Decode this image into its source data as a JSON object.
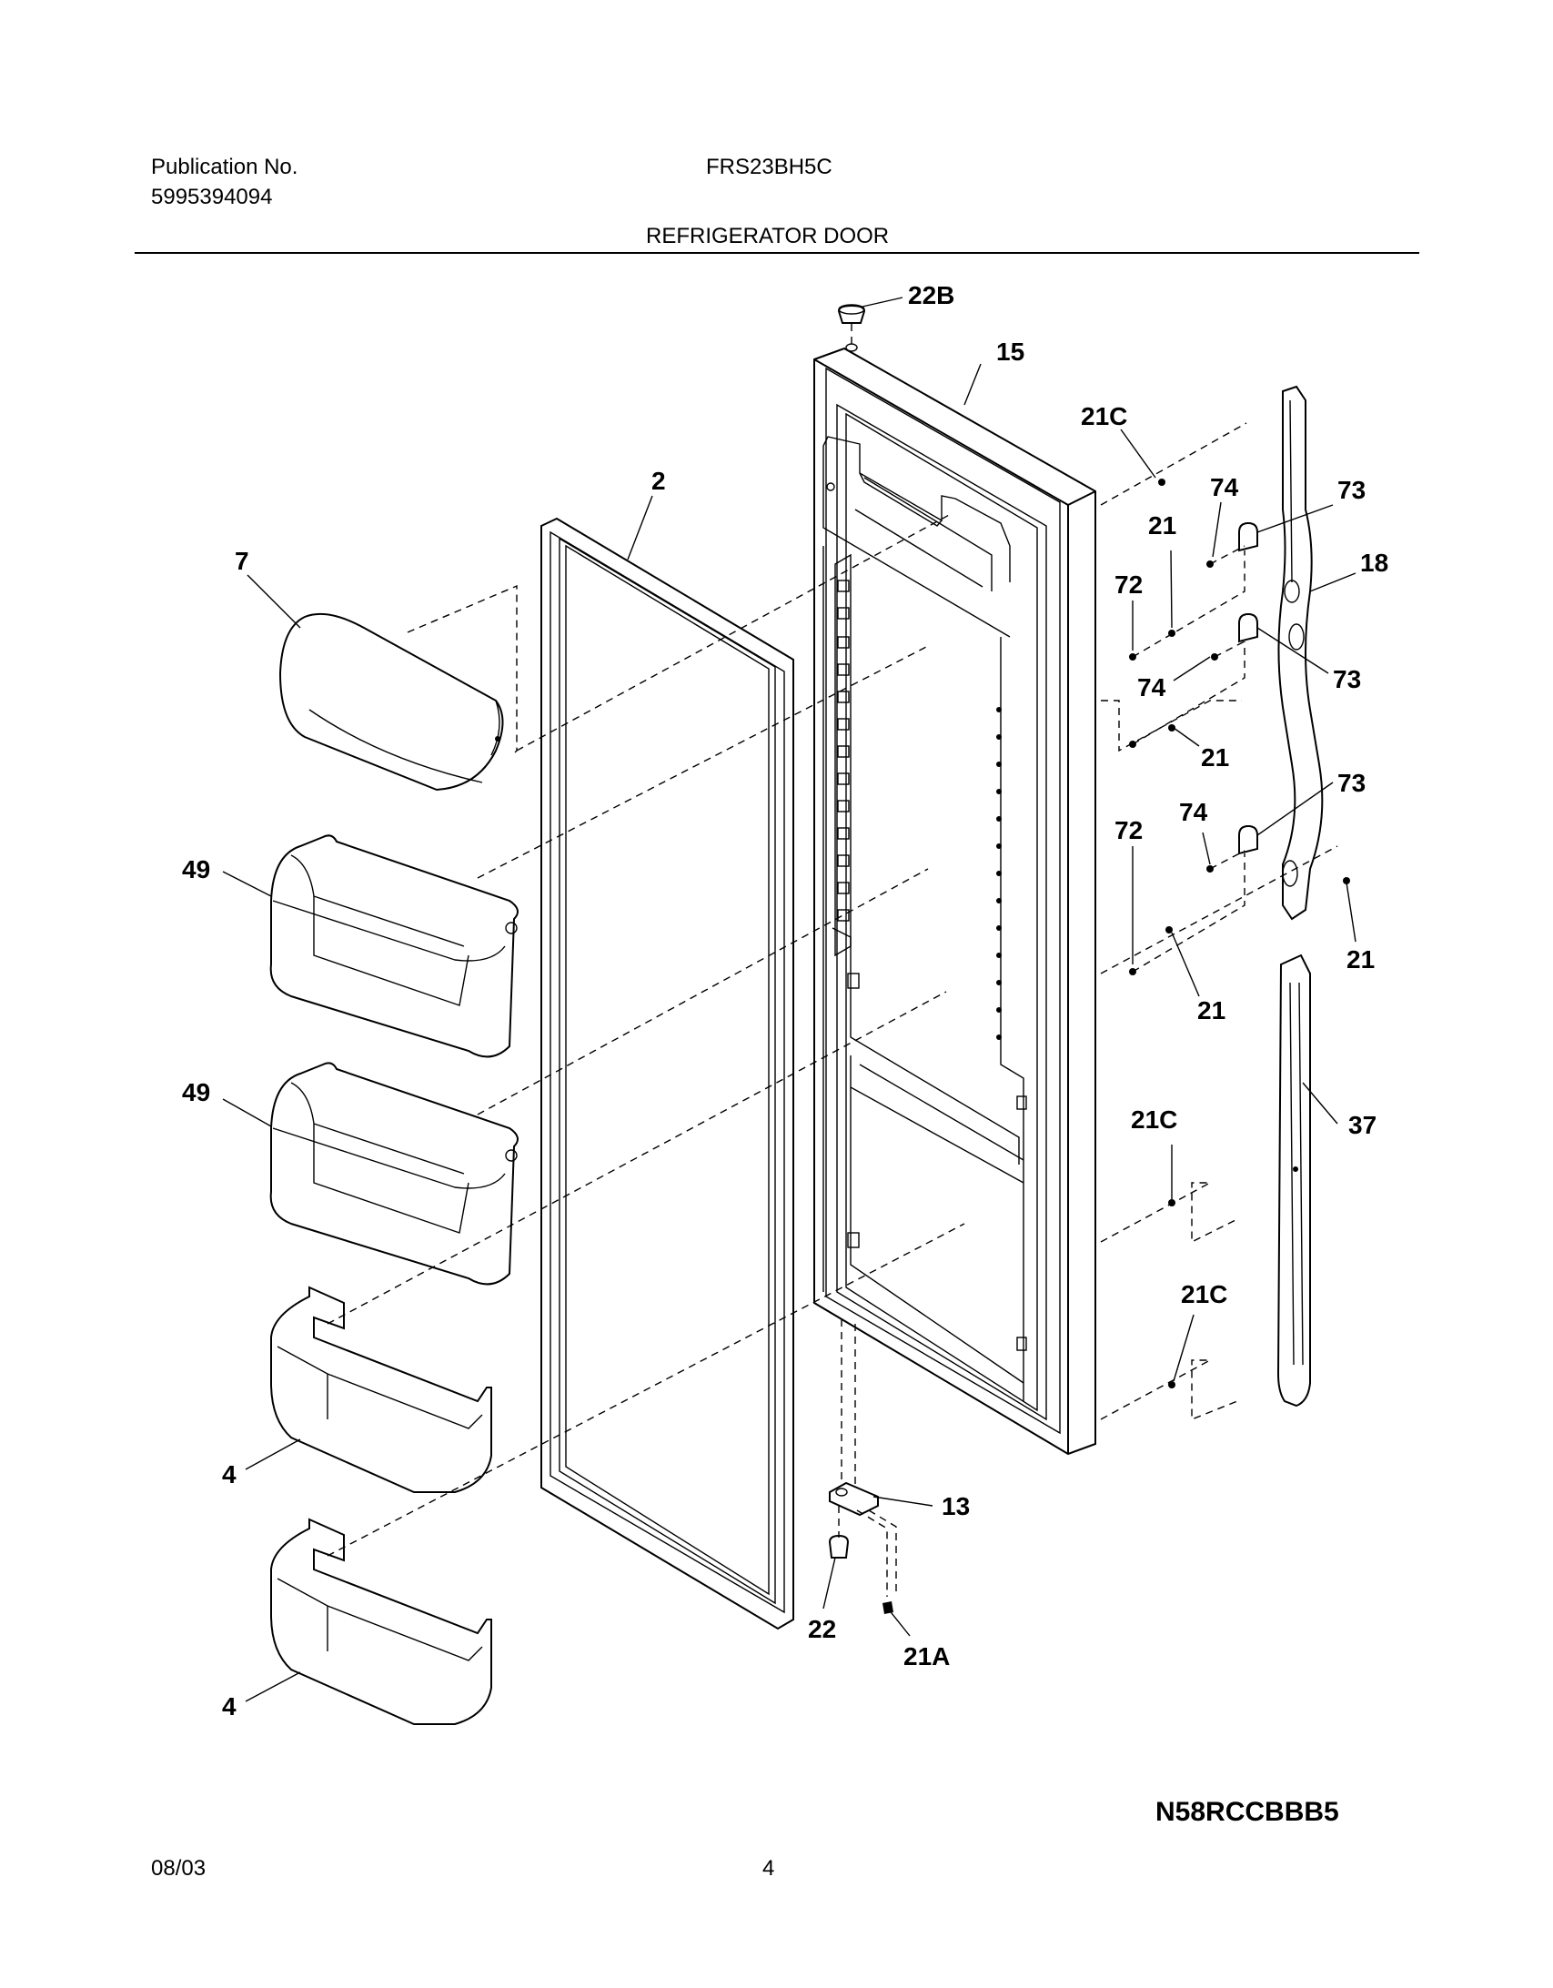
{
  "header": {
    "publication_label": "Publication No.",
    "publication_number": "5995394094",
    "model": "FRS23BH5C",
    "section_title": "REFRIGERATOR DOOR"
  },
  "footer": {
    "date": "08/03",
    "page_number": "4",
    "diagram_code": "N58RCCBBB5"
  },
  "callouts": {
    "p22b": "22B",
    "p15": "15",
    "p21c_top": "21C",
    "p2": "2",
    "p7": "7",
    "p74_a": "74",
    "p73_a": "73",
    "p21_a": "21",
    "p18": "18",
    "p72_a": "72",
    "p74_b": "74",
    "p73_b": "73",
    "p21_b": "21",
    "p72_b": "72",
    "p74_c": "74",
    "p73_c": "73",
    "p49_a": "49",
    "p21_c": "21",
    "p21_d": "21",
    "p49_b": "49",
    "p37": "37",
    "p21c_mid": "21C",
    "p21c_low": "21C",
    "p4_a": "4",
    "p13": "13",
    "p22": "22",
    "p21a": "21A",
    "p4_b": "4"
  }
}
